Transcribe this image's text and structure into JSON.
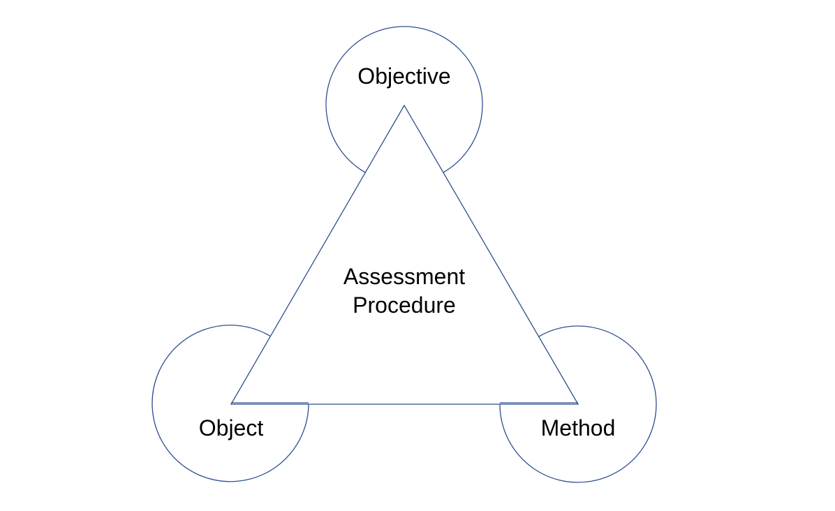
{
  "diagram": {
    "center_label_line1": "Assessment",
    "center_label_line2": "Procedure",
    "nodes": {
      "objective": "Objective",
      "object": "Object",
      "method": "Method"
    }
  },
  "colors": {
    "stroke": "#2e4f8f",
    "text": "#000000",
    "background": "#ffffff"
  }
}
